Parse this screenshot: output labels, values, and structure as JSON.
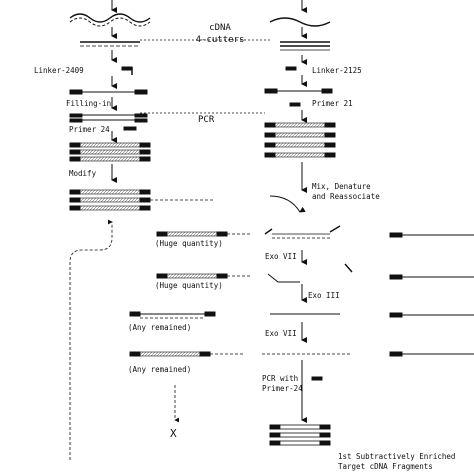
{
  "labels": {
    "cdna": "cDNA",
    "four_cutters": "4-cutters",
    "linker_2409": "Linker-2409",
    "linker_2125": "Linker-2125",
    "filling_in": "Filling-in",
    "primer_21": "Primer 21",
    "pcr": "PCR",
    "primer_24": "Primer 24",
    "modify": "Modify",
    "mix_line1": "Mix, Denature",
    "mix_line2": "and Reassociate",
    "huge_quantity_1": "(Huge quantity)",
    "huge_quantity_2": "(Huge quantity)",
    "exo_vii_1": "Exo VII",
    "exo_iii": "Exo III",
    "exo_vii_2": "Exo VII",
    "any_remained_1": "(Any remained)",
    "any_remained_2": "(Any remained)",
    "pcr_with_line1": "PCR with",
    "pcr_with_line2": "Primer-24",
    "x_mark": "X",
    "result_line1": "1st Subtractively Enriched",
    "result_line2": "Target cDNA Fragments"
  }
}
